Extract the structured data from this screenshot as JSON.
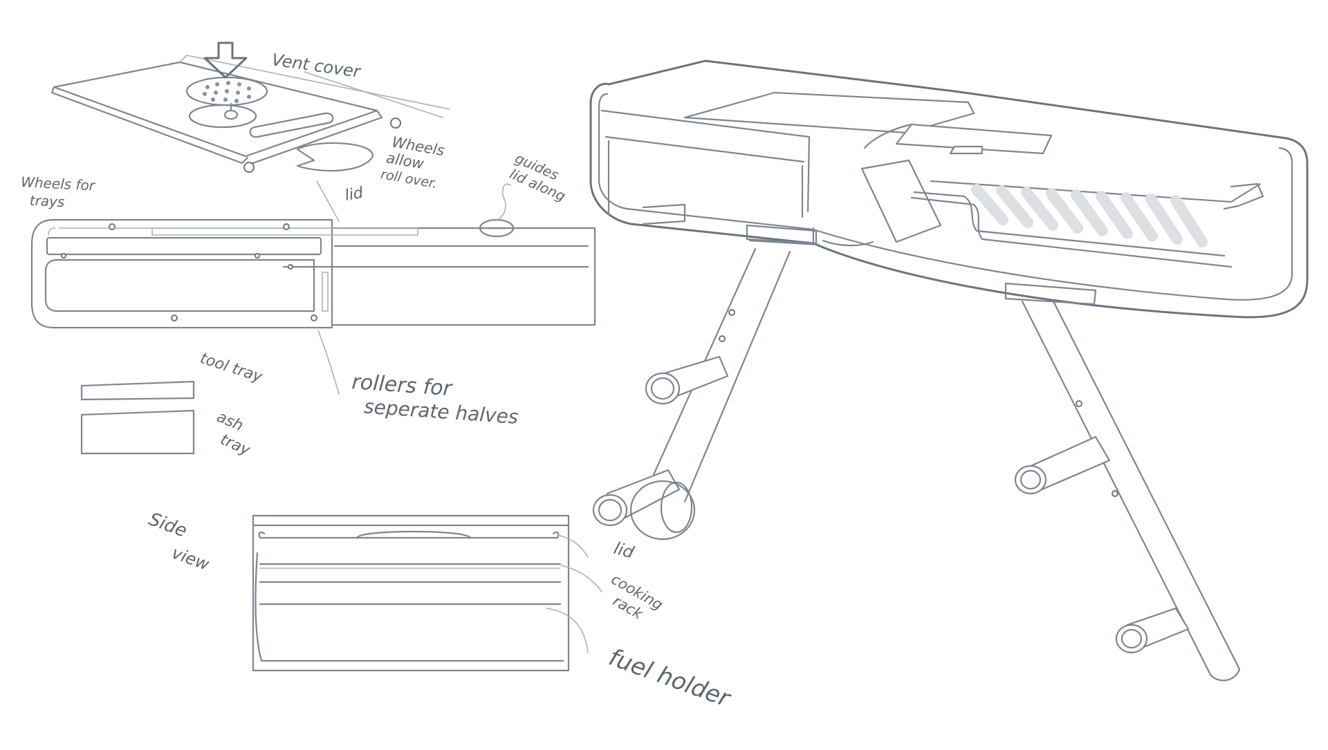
{
  "diagram": {
    "labels": {
      "vent_cover": "Vent cover",
      "wheels_allow": [
        "Wheels",
        "allow",
        "roll over."
      ],
      "wheels_for_trays": [
        "Wheels for",
        "trays"
      ],
      "lid_top": "lid",
      "guides": [
        "guides",
        "lid along"
      ],
      "rollers": [
        "rollers for",
        "seperate halves"
      ],
      "tool_tray": "tool tray",
      "ash_tray": [
        "ash",
        "tray"
      ],
      "side_view": [
        "Side",
        "view"
      ],
      "lid_side": "lid",
      "cooking_rack": [
        "cooking",
        "rack"
      ],
      "fuel_holder": "fuel holder"
    },
    "colors": {
      "stroke": "#7d8590",
      "text": "#5d6670",
      "background": "#ffffff"
    }
  }
}
